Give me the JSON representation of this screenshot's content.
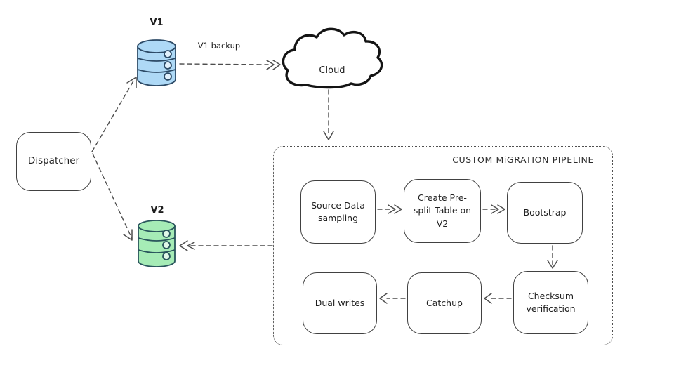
{
  "title": "CUSTOM MiGRATION PIPELINE",
  "nodes": {
    "dispatcher": "Dispatcher",
    "v1": "V1",
    "v2": "V2",
    "cloud": "Cloud",
    "source_data_sampling": "Source Data sampling",
    "create_presplit": "Create Pre-split Table on V2",
    "bootstrap": "Bootstrap",
    "checksum_verification": "Checksum verification",
    "catchup": "Catchup",
    "dual_writes": "Dual writes"
  },
  "edge_labels": {
    "v1_backup": "V1 backup"
  },
  "edges": [
    {
      "from": "Dispatcher",
      "to": "V1",
      "style": "dashed"
    },
    {
      "from": "Dispatcher",
      "to": "V2",
      "style": "dashed"
    },
    {
      "from": "V1",
      "to": "Cloud",
      "label": "V1 backup",
      "style": "dashed"
    },
    {
      "from": "Cloud",
      "to": "Custom migration pipeline",
      "style": "dashed"
    },
    {
      "from": "Source Data sampling",
      "to": "Create Pre-split Table on V2",
      "style": "dashed"
    },
    {
      "from": "Create Pre-split Table on V2",
      "to": "Bootstrap",
      "style": "dashed"
    },
    {
      "from": "Bootstrap",
      "to": "Checksum verification",
      "style": "dashed"
    },
    {
      "from": "Checksum verification",
      "to": "Catchup",
      "style": "dashed"
    },
    {
      "from": "Catchup",
      "to": "Dual writes",
      "style": "dashed"
    },
    {
      "from": "Custom migration pipeline",
      "to": "V2",
      "style": "dashed"
    }
  ],
  "colors": {
    "background": "#ffffff",
    "v1_fill": "#aed9f6",
    "v1_stroke": "#2c4a66",
    "v1_circle_fill": "#e2f1fc",
    "v2_fill": "#a6ecb6",
    "v2_stroke": "#29555c",
    "v2_circle_fill": "#e0f8e7",
    "box_stroke": "#414141",
    "edge_stroke": "#4d4d4d",
    "cloud_stroke": "#141414",
    "text": "#1f1f1f"
  }
}
